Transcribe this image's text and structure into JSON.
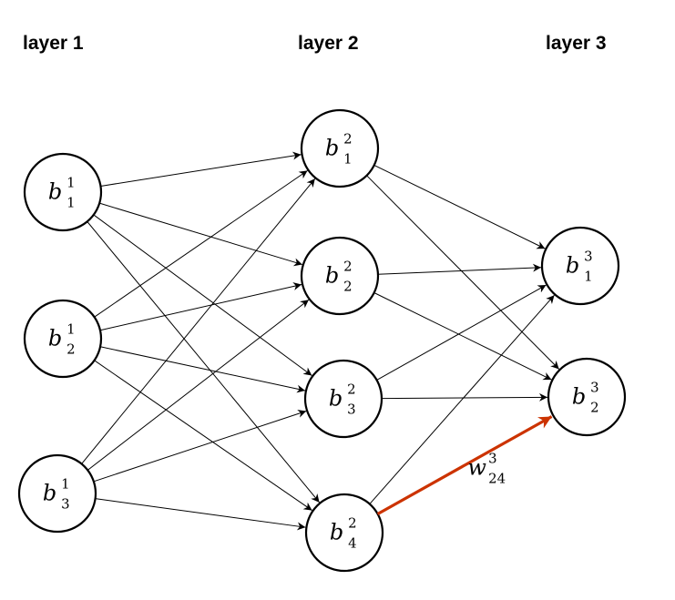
{
  "layers": [
    {
      "title": "layer 1"
    },
    {
      "title": "layer 2"
    },
    {
      "title": "layer 3"
    }
  ],
  "nodes": [
    {
      "id": "b11",
      "symbol": "b",
      "sup": "1",
      "sub": "1"
    },
    {
      "id": "b12",
      "symbol": "b",
      "sup": "1",
      "sub": "2"
    },
    {
      "id": "b13",
      "symbol": "b",
      "sup": "1",
      "sub": "3"
    },
    {
      "id": "b21",
      "symbol": "b",
      "sup": "2",
      "sub": "1"
    },
    {
      "id": "b22",
      "symbol": "b",
      "sup": "2",
      "sub": "2"
    },
    {
      "id": "b23",
      "symbol": "b",
      "sup": "2",
      "sub": "3"
    },
    {
      "id": "b24",
      "symbol": "b",
      "sup": "2",
      "sub": "4"
    },
    {
      "id": "b31",
      "symbol": "b",
      "sup": "3",
      "sub": "1"
    },
    {
      "id": "b32",
      "symbol": "b",
      "sup": "3",
      "sub": "2"
    }
  ],
  "highlight": {
    "from": "b24",
    "to": "b32",
    "color": "#cc3300",
    "label": {
      "symbol": "w",
      "sup": "3",
      "sub": "24"
    }
  },
  "edge_color": "#000000"
}
